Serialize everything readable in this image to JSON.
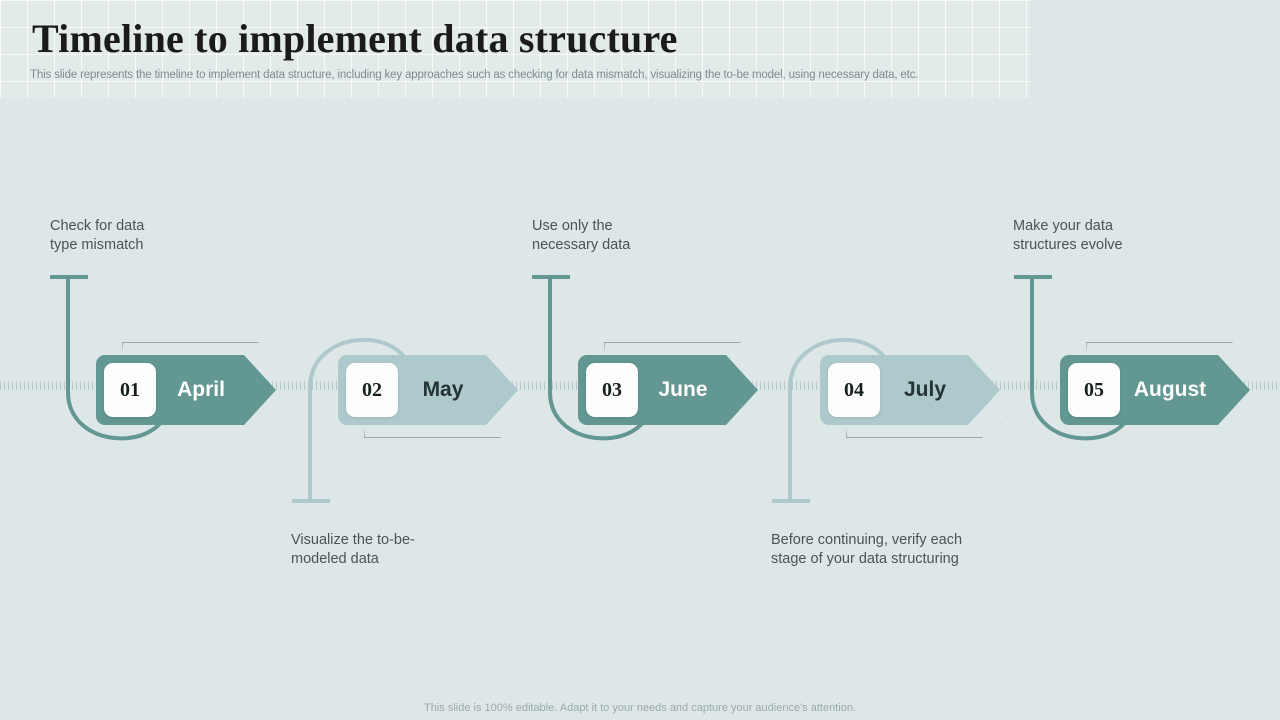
{
  "header": {
    "title": "Timeline to implement data structure",
    "subtitle": "This slide represents the timeline to implement data structure, including key approaches such as  checking for data mismatch, visualizing the to-be model, using necessary data, etc."
  },
  "footer": {
    "note": "This slide is 100% editable. Adapt it to your needs and capture your audience's attention."
  },
  "colors": {
    "background": "#dee7e7",
    "header_band": "#e3eaea",
    "arrow_dark": "#629792",
    "arrow_light": "#aec9cb",
    "connector": "#629792",
    "connector_light": "#aec9cb",
    "rail_dash": "#b6c8c8",
    "badge_bg": "#fdfdfd",
    "title_text": "#1b1b1b",
    "caption_text": "#4b5454",
    "subtitle_text": "#7d8d8d"
  },
  "timeline": {
    "milestones": [
      {
        "number": "01",
        "month": "April",
        "caption": "Check for data\ntype mismatch",
        "caption_position": "above",
        "style": "dark"
      },
      {
        "number": "02",
        "month": "May",
        "caption": "Visualize the to-be-\nmodeled data",
        "caption_position": "below",
        "style": "light"
      },
      {
        "number": "03",
        "month": "June",
        "caption": "Use only the\nnecessary data",
        "caption_position": "above",
        "style": "dark"
      },
      {
        "number": "04",
        "month": "July",
        "caption": "Before continuing,  verify  each\nstage of your  data structuring",
        "caption_position": "below",
        "style": "light"
      },
      {
        "number": "05",
        "month": "August",
        "caption": "Make your  data\nstructures  evolve",
        "caption_position": "above",
        "style": "dark"
      }
    ]
  }
}
